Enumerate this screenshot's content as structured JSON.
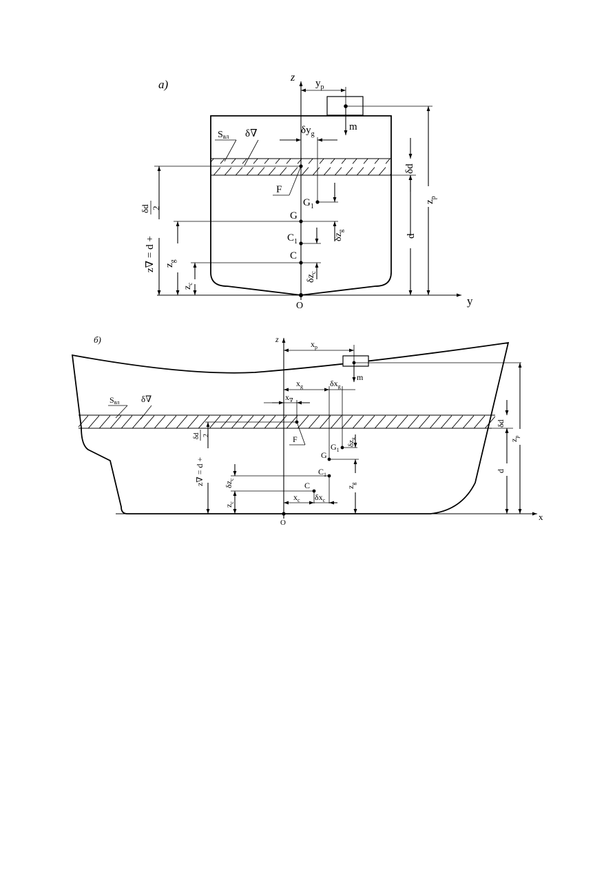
{
  "figure_a": {
    "panel_label": "а)",
    "axis_z": "z",
    "axis_y": "y",
    "origin": "O",
    "y_p": "yp",
    "mass": "m",
    "S_wl": "Sвл",
    "delta_V": "δ∇",
    "delta_y_g": "δyg",
    "delta_d": "δd",
    "F": "F",
    "G1": "G1",
    "G": "G",
    "C1": "C1",
    "C": "C",
    "delta_z_g": "δzg",
    "delta_z_c": "δzc",
    "d": "d",
    "z_p": "zp",
    "z_g": "zg",
    "z_c": "zc",
    "z_V": "z∇ = d +",
    "frac_num": "δd",
    "frac_den": "2"
  },
  "figure_b": {
    "panel_label": "б)",
    "axis_z": "z",
    "axis_x": "x",
    "origin": "O",
    "x_p": "xp",
    "mass": "m",
    "x_g": "xg",
    "delta_x_g": "δxg",
    "x_v": "x∇",
    "S_wl": "Sвл",
    "delta_V": "δ∇",
    "delta_d": "δd",
    "F": "F",
    "G1": "G1",
    "G": "G",
    "delta_z_g": "δzg",
    "C1": "C1",
    "C": "C",
    "delta_z_c": "δzc",
    "z_c": "zc",
    "x_c": "xc",
    "delta_x_c": "δxc",
    "z_g": "zg",
    "d": "d",
    "z_p": "zp",
    "z_V": "z∇ = d +",
    "frac_num": "δd",
    "frac_den": "2"
  }
}
